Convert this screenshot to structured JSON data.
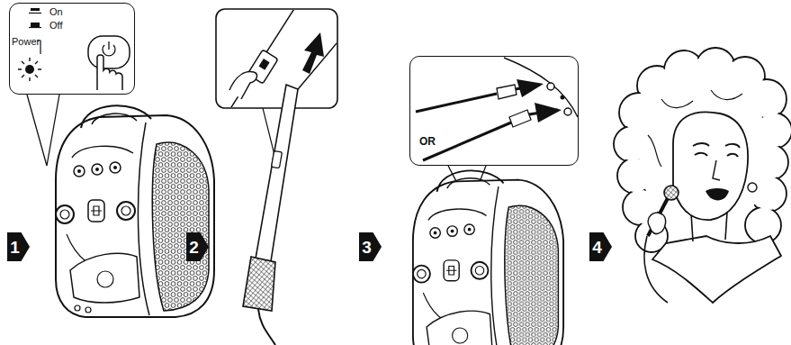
{
  "diagram": {
    "nodes": [
      {
        "text": [
          "On",
          "Off",
          "Power"
        ]
      },
      {
        "text": [
          "1"
        ]
      },
      {
        "text": [
          "2"
        ]
      },
      {
        "text": [
          "OR"
        ]
      },
      {
        "text": [
          "3"
        ]
      },
      {
        "text": [
          "4"
        ]
      }
    ]
  }
}
